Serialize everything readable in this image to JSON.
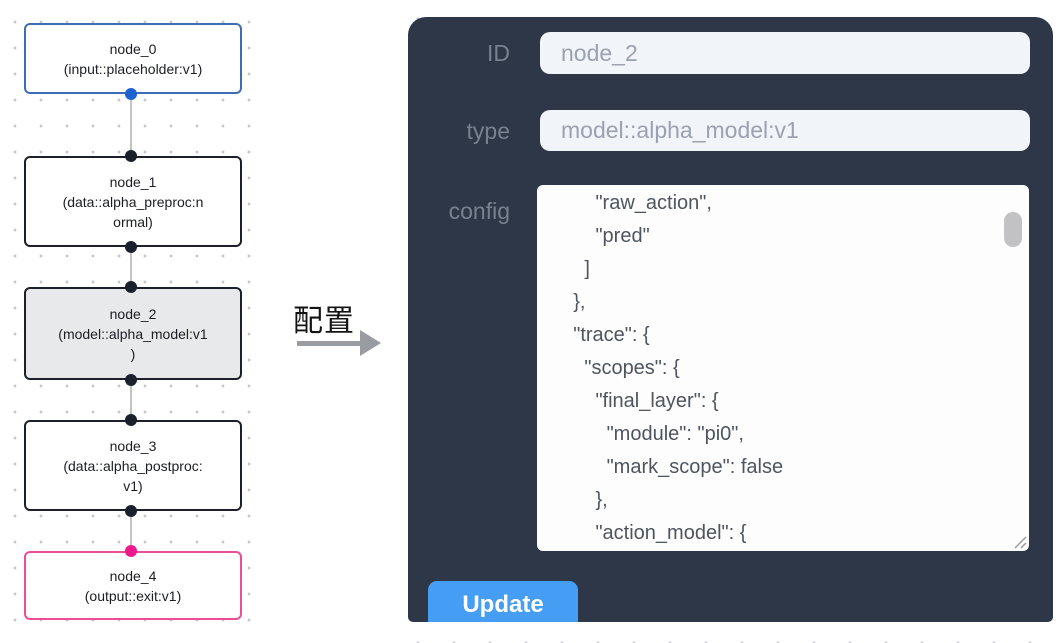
{
  "flow": {
    "nodes": [
      {
        "title": "node_0",
        "subtitle": "(input::placeholder:v1)",
        "border_color": "#3d6eb5",
        "background": "#ffffff"
      },
      {
        "title": "node_1",
        "subtitle": "(data::alpha_preproc:n\normal)",
        "border_color": "#1b202c",
        "background": "#ffffff"
      },
      {
        "title": "node_2",
        "subtitle": "(model::alpha_model:v1\n)",
        "border_color": "#1b202c",
        "background": "#e8e9ea"
      },
      {
        "title": "node_3",
        "subtitle": "(data::alpha_postproc:\nv1)",
        "border_color": "#1b202c",
        "background": "#ffffff"
      },
      {
        "title": "node_4",
        "subtitle": "(output::exit:v1)",
        "border_color": "#ed4d96",
        "background": "#ffffff"
      }
    ],
    "ports": [
      {
        "color": "#1e63d0"
      },
      {
        "color": "#1a202c"
      },
      {
        "color": "#1a202c"
      },
      {
        "color": "#1a202c"
      },
      {
        "color": "#1a202c"
      },
      {
        "color": "#1a202c"
      },
      {
        "color": "#1a202c"
      },
      {
        "color": "#f0188d"
      }
    ],
    "edge_color": "#c3c3c7"
  },
  "transition": {
    "label": "配置",
    "arrow_color": "#999ca0"
  },
  "panel": {
    "background": "#2d3748",
    "fields": {
      "id": {
        "label": "ID",
        "value": "node_2"
      },
      "type": {
        "label": "type",
        "value": "model::alpha_model:v1"
      },
      "config": {
        "label": "config",
        "value": "        \"raw_action\",\n        \"pred\"\n      ]\n    },\n    \"trace\": {\n      \"scopes\": {\n        \"final_layer\": {\n          \"module\": \"pi0\",\n          \"mark_scope\": false\n        },\n        \"action_model\": {"
      }
    },
    "update_button": {
      "label": "Update",
      "color": "#459ef4"
    }
  }
}
